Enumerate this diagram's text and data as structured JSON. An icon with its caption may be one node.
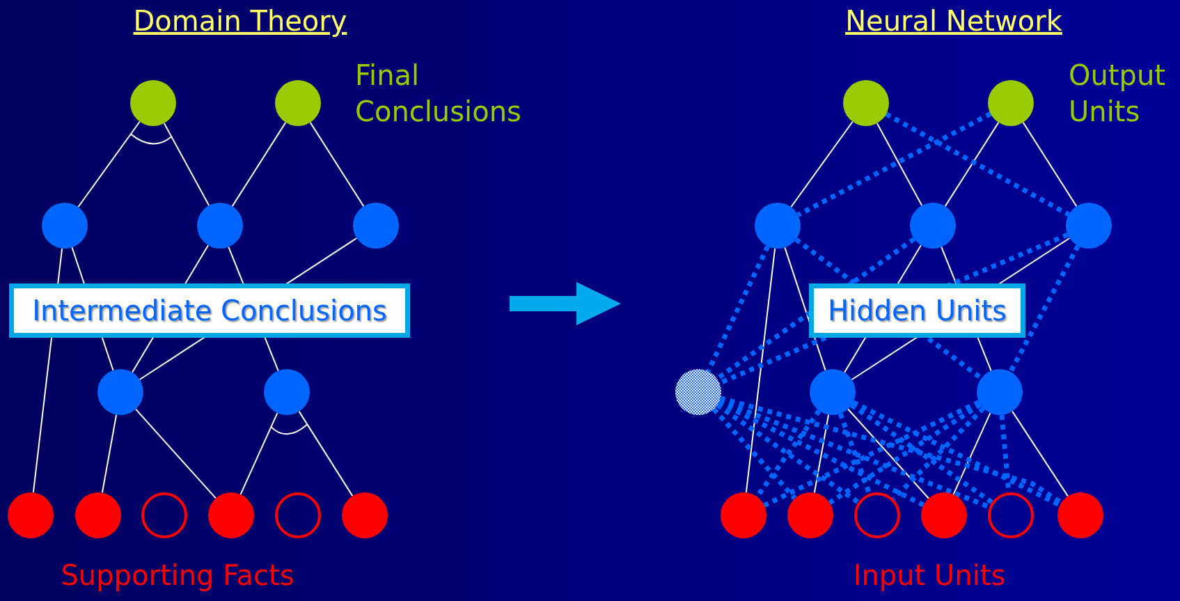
{
  "diagram": {
    "nodes": [
      {
        "text": [],
        "shape": "circle"
      },
      {
        "text": [],
        "shape": "circle"
      },
      {
        "text": [],
        "shape": "circle"
      },
      {
        "text": [],
        "shape": "circle"
      },
      {
        "text": [],
        "shape": "circle"
      },
      {
        "text": [],
        "shape": "circle"
      },
      {
        "text": [],
        "shape": "circle"
      },
      {
        "text": [],
        "shape": "circle"
      },
      {
        "text": [],
        "shape": "circle"
      },
      {
        "text": [],
        "shape": "circle"
      },
      {
        "text": [],
        "shape": "circle"
      },
      {
        "text": [],
        "shape": "circle"
      },
      {
        "text": [],
        "shape": "circle"
      },
      {
        "text": [],
        "shape": "circle"
      },
      {
        "text": [],
        "shape": "circle"
      },
      {
        "text": [],
        "shape": "circle"
      },
      {
        "text": [],
        "shape": "circle"
      },
      {
        "text": [],
        "shape": "circle"
      },
      {
        "text": [],
        "shape": "circle"
      },
      {
        "text": [],
        "shape": "circle"
      },
      {
        "text": [],
        "shape": "circle"
      },
      {
        "text": [],
        "shape": "circle"
      },
      {
        "text": [],
        "shape": "circle"
      },
      {
        "text": [],
        "shape": "circle"
      },
      {
        "text": [],
        "shape": "circle"
      },
      {
        "text": [],
        "shape": "circle"
      },
      {
        "text": [],
        "shape": "circle"
      }
    ],
    "edges": [
      {
        "from": 0,
        "to": 2,
        "arrow": "none"
      },
      {
        "from": 0,
        "to": 3,
        "arrow": "none"
      },
      {
        "from": 1,
        "to": 3,
        "arrow": "none"
      },
      {
        "from": 1,
        "to": 4,
        "arrow": "none"
      },
      {
        "from": 2,
        "to": 7,
        "arrow": "none"
      },
      {
        "from": 2,
        "to": 5,
        "arrow": "none"
      },
      {
        "from": 3,
        "to": 5,
        "arrow": "none"
      },
      {
        "from": 3,
        "to": 6,
        "arrow": "none"
      },
      {
        "from": 4,
        "to": 5,
        "arrow": "none"
      },
      {
        "from": 5,
        "to": 8,
        "arrow": "none"
      },
      {
        "from": 5,
        "to": 10,
        "arrow": "none"
      },
      {
        "from": 6,
        "to": 10,
        "arrow": "none"
      },
      {
        "from": 6,
        "to": 12,
        "arrow": "none"
      },
      {
        "from": 13,
        "to": 15,
        "arrow": "none"
      },
      {
        "from": 13,
        "to": 16,
        "arrow": "none"
      },
      {
        "from": 14,
        "to": 16,
        "arrow": "none"
      },
      {
        "from": 14,
        "to": 17,
        "arrow": "none"
      },
      {
        "from": 15,
        "to": 21,
        "arrow": "none"
      },
      {
        "from": 15,
        "to": 19,
        "arrow": "none"
      },
      {
        "from": 16,
        "to": 19,
        "arrow": "none"
      },
      {
        "from": 16,
        "to": 20,
        "arrow": "none"
      },
      {
        "from": 17,
        "to": 19,
        "arrow": "none"
      },
      {
        "from": 19,
        "to": 22,
        "arrow": "none"
      },
      {
        "from": 19,
        "to": 24,
        "arrow": "none"
      },
      {
        "from": 20,
        "to": 24,
        "arrow": "none"
      },
      {
        "from": 20,
        "to": 26,
        "arrow": "none"
      },
      {
        "from": 13,
        "to": 17,
        "arrow": "none",
        "style": "dashed",
        "color": "#0066ff"
      },
      {
        "from": 14,
        "to": 15,
        "arrow": "none",
        "style": "dashed",
        "color": "#0066ff"
      },
      {
        "from": 15,
        "to": 20,
        "arrow": "none",
        "style": "dashed",
        "color": "#0066ff"
      },
      {
        "from": 15,
        "to": 18,
        "arrow": "none",
        "style": "dashed",
        "color": "#0066ff"
      },
      {
        "from": 16,
        "to": 18,
        "arrow": "none",
        "style": "dashed",
        "color": "#0066ff"
      },
      {
        "from": 17,
        "to": 18,
        "arrow": "none",
        "style": "dashed",
        "color": "#0066ff"
      },
      {
        "from": 17,
        "to": 20,
        "arrow": "none",
        "style": "dashed",
        "color": "#0066ff"
      },
      {
        "from": 18,
        "to": 22,
        "arrow": "none",
        "style": "dashed",
        "color": "#0066ff"
      },
      {
        "from": 18,
        "to": 23,
        "arrow": "none",
        "style": "dashed",
        "color": "#0066ff"
      },
      {
        "from": 18,
        "to": 24,
        "arrow": "none",
        "style": "dashed",
        "color": "#0066ff"
      },
      {
        "from": 18,
        "to": 25,
        "arrow": "none",
        "style": "dashed",
        "color": "#0066ff"
      },
      {
        "from": 18,
        "to": 26,
        "arrow": "none",
        "style": "dashed",
        "color": "#0066ff"
      },
      {
        "from": 19,
        "to": 21,
        "arrow": "none",
        "style": "dashed",
        "color": "#0066ff"
      },
      {
        "from": 19,
        "to": 23,
        "arrow": "none",
        "style": "dashed",
        "color": "#0066ff"
      },
      {
        "from": 19,
        "to": 25,
        "arrow": "none",
        "style": "dashed",
        "color": "#0066ff"
      },
      {
        "from": 19,
        "to": 26,
        "arrow": "none",
        "style": "dashed",
        "color": "#0066ff"
      },
      {
        "from": 20,
        "to": 21,
        "arrow": "none",
        "style": "dashed",
        "color": "#0066ff"
      },
      {
        "from": 20,
        "to": 22,
        "arrow": "none",
        "style": "dashed",
        "color": "#0066ff"
      },
      {
        "from": 20,
        "to": 23,
        "arrow": "none",
        "style": "dashed",
        "color": "#0066ff"
      },
      {
        "from": 20,
        "to": 25,
        "arrow": "none",
        "style": "dashed",
        "color": "#0066ff"
      }
    ],
    "labels": [
      "Domain Theory",
      "Neural Network",
      "Final Conclusions",
      "Output Units",
      "Intermediate Conclusions",
      "Hidden Units",
      "Supporting Facts",
      "Input Units"
    ]
  }
}
